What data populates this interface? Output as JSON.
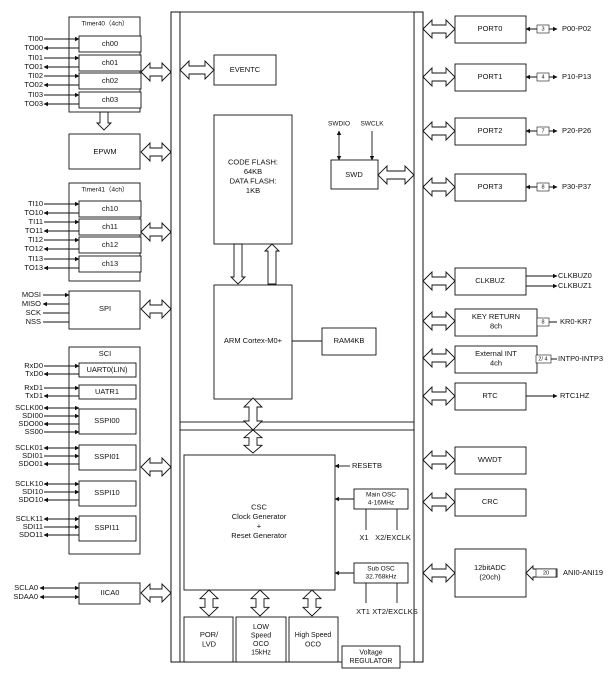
{
  "timer40": {
    "title": "Timer40（4ch）",
    "channels": [
      "ch00",
      "ch01",
      "ch02",
      "ch03"
    ],
    "pins": [
      [
        "TI00",
        "TO00"
      ],
      [
        "TI01",
        "TO01"
      ],
      [
        "TI02",
        "TO02"
      ],
      [
        "TI03",
        "TO03"
      ]
    ]
  },
  "epwm": "EPWM",
  "timer41": {
    "title": "Timer41（4ch）",
    "channels": [
      "ch10",
      "ch11",
      "ch12",
      "ch13"
    ],
    "pins": [
      [
        "TI10",
        "TO10"
      ],
      [
        "TI11",
        "TO11"
      ],
      [
        "TI12",
        "TO12"
      ],
      [
        "TI13",
        "TO13"
      ]
    ]
  },
  "spi": {
    "label": "SPI",
    "pins": [
      "MOSI",
      "MISO",
      "SCK",
      "NSS"
    ]
  },
  "sci": {
    "title": "SCI",
    "uarts": [
      {
        "label": "UART0(LIN)",
        "pins": [
          "RxD0",
          "TxD0"
        ]
      },
      {
        "label": "UATR1",
        "pins": [
          "RxD1",
          "TxD1"
        ]
      }
    ],
    "sspis": [
      {
        "label": "SSPI00",
        "pins": [
          "SCLK00",
          "SDI00",
          "SDO00",
          "SS00"
        ]
      },
      {
        "label": "SSPI01",
        "pins": [
          "SCLK01",
          "SDI01",
          "SDO01"
        ]
      },
      {
        "label": "SSPI10",
        "pins": [
          "SCLK10",
          "SDI10",
          "SDO10"
        ]
      },
      {
        "label": "SSPI11",
        "pins": [
          "SCLK11",
          "SDI11",
          "SDO11"
        ]
      }
    ]
  },
  "iica": {
    "label": "IICA0",
    "pins": [
      "SCLA0",
      "SDAA0"
    ]
  },
  "eventc": "EVENTC",
  "flash": [
    "CODE FLASH:",
    "64KB",
    "DATA FLASH:",
    "1KB"
  ],
  "cpu": "ARM Cortex-M0+",
  "ram": "RAM4KB",
  "swd": {
    "label": "SWD",
    "pins": [
      "SWDIO",
      "SWCLK"
    ]
  },
  "csc": [
    "CSC",
    "Clock Generator",
    "+",
    "Reset Generator"
  ],
  "resetb": "RESETB",
  "main_osc": {
    "lines": [
      "Main OSC",
      "4-16MHz"
    ],
    "pins": [
      "X1",
      "X2/EXCLK"
    ]
  },
  "sub_osc": {
    "lines": [
      "Sub OSC",
      "32.768kHz"
    ],
    "pins": [
      "XT1",
      "XT2/EXCLKS"
    ]
  },
  "por": [
    "POR/",
    "LVD"
  ],
  "low_oco": [
    "LOW",
    "Speed",
    "OCO",
    "15kHz"
  ],
  "high_oco": [
    "High Speed",
    "OCO"
  ],
  "vreg": [
    "Voltage",
    "REGULATOR"
  ],
  "ports": [
    {
      "label": "PORT0",
      "count": "3",
      "pins": "P00-P02"
    },
    {
      "label": "PORT1",
      "count": "4",
      "pins": "P10-P13"
    },
    {
      "label": "PORT2",
      "count": "7",
      "pins": "P20-P26"
    },
    {
      "label": "PORT3",
      "count": "8",
      "pins": "P30-P37"
    }
  ],
  "clkbuz": {
    "label": "CLKBUZ",
    "pins": [
      "CLKBUZ0",
      "CLKBUZ1"
    ]
  },
  "keyreturn": {
    "lines": [
      "KEY RETURN",
      "8ch"
    ],
    "count": "8",
    "pins": "KR0-KR7"
  },
  "extint": {
    "lines": [
      "External INT",
      "4ch"
    ],
    "count": "2/ 4",
    "pins": "INTP0-INTP3"
  },
  "rtc": {
    "label": "RTC",
    "pin": "RTC1HZ"
  },
  "wwdt": "WWDT",
  "crc": "CRC",
  "adc": {
    "lines": [
      "12bitADC",
      "(20ch)"
    ],
    "count": "20",
    "pins": "ANI0-ANI19"
  }
}
